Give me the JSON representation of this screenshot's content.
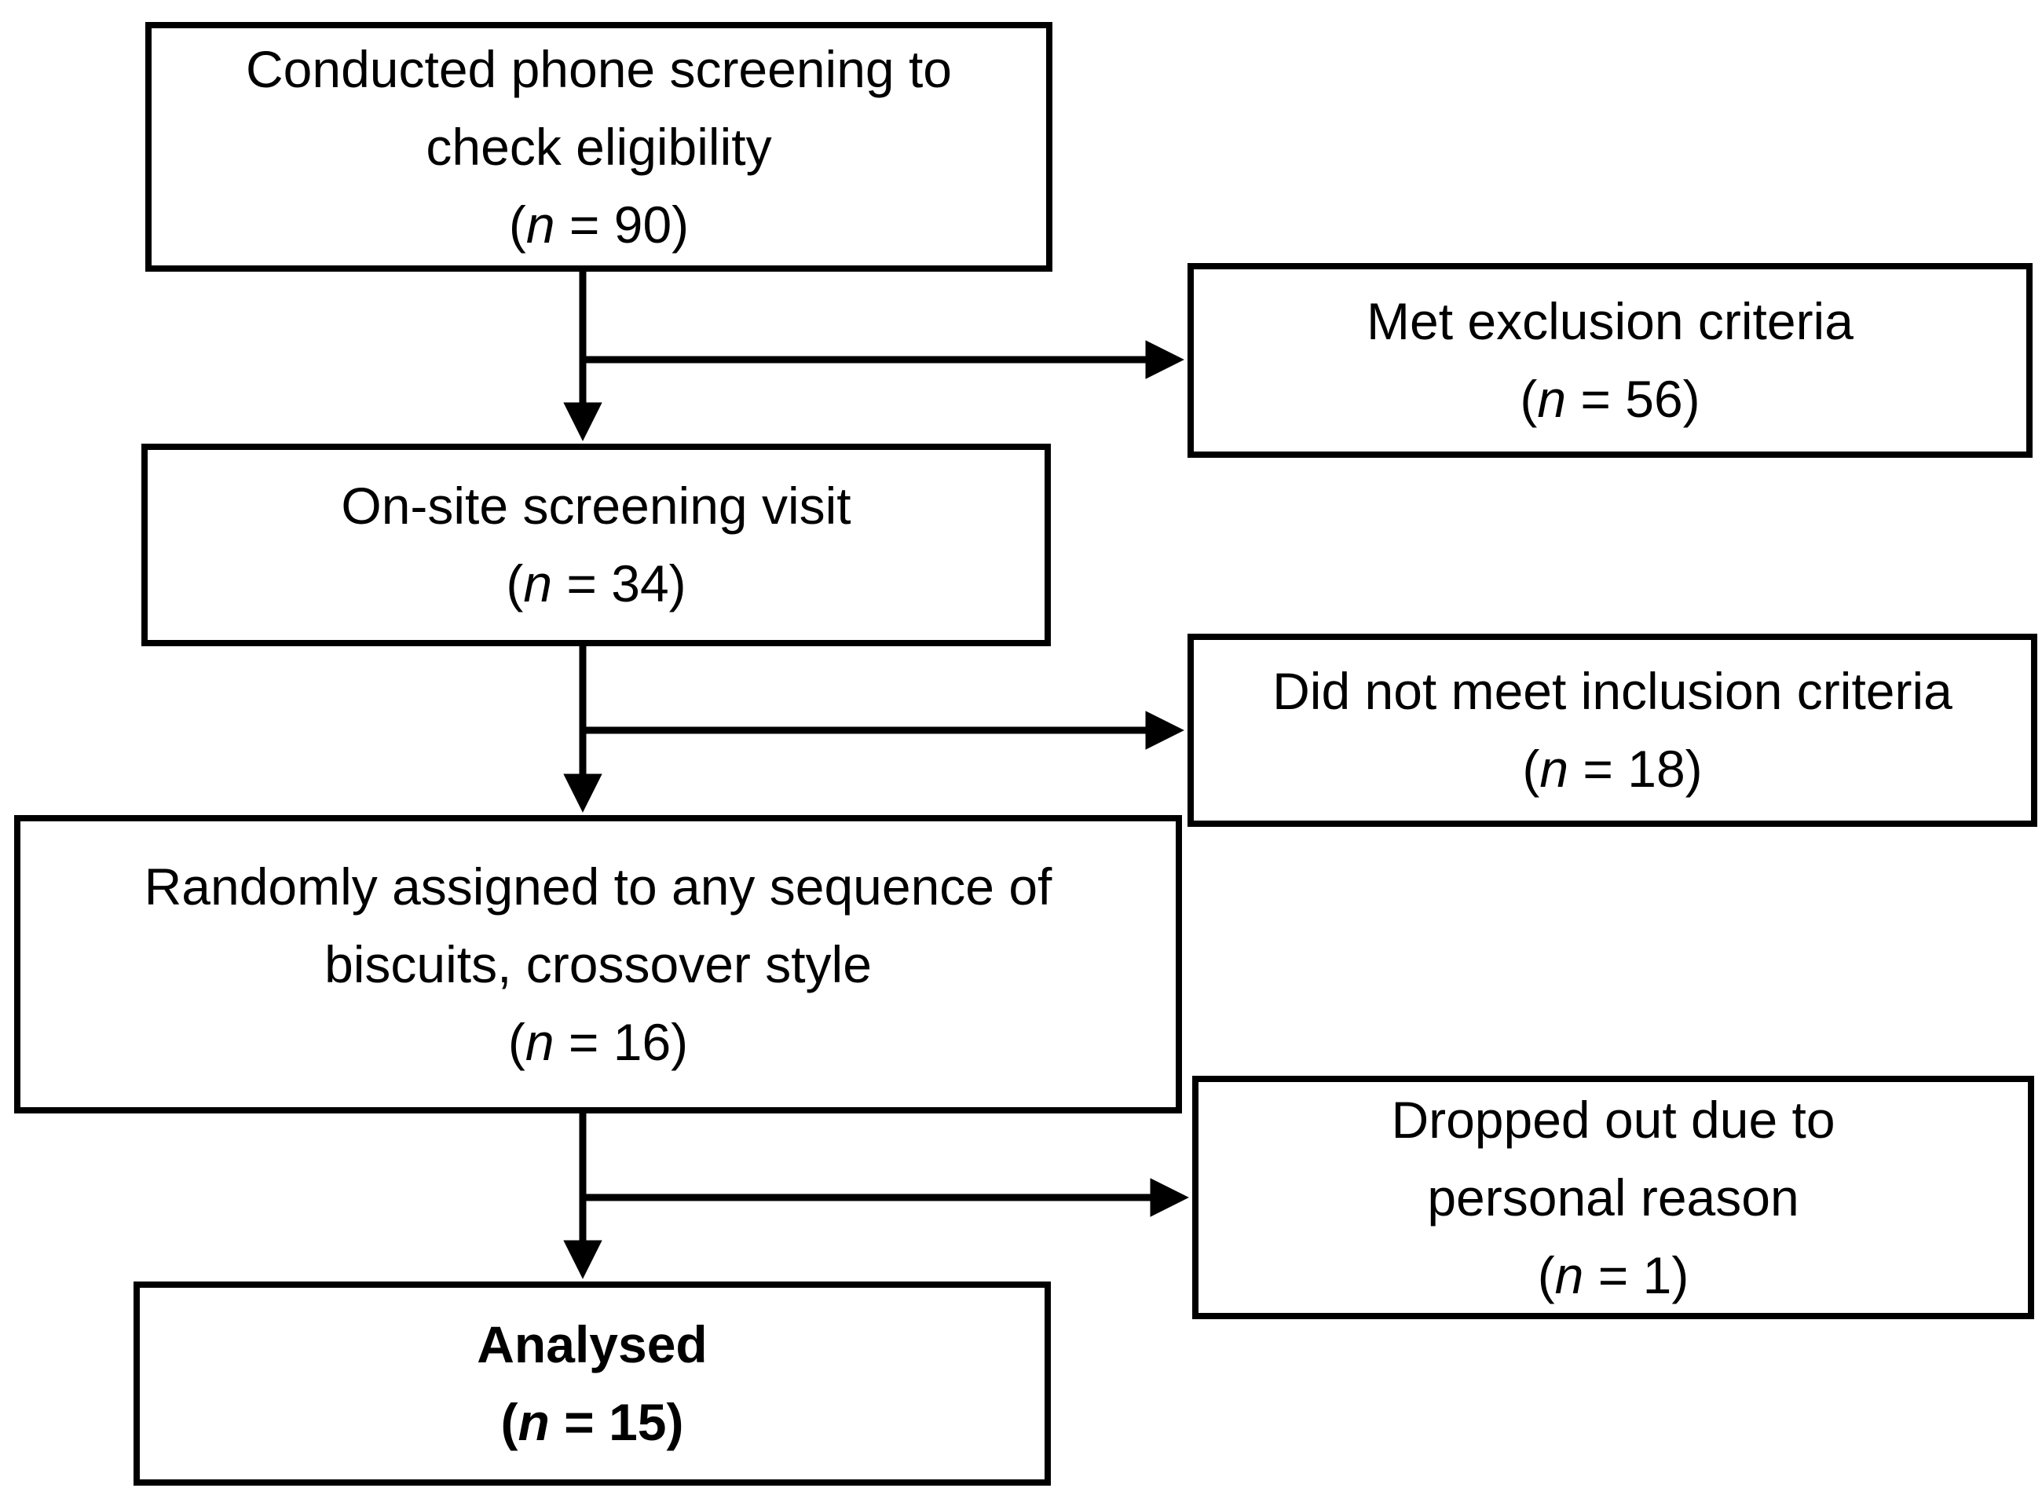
{
  "diagram": {
    "type": "participant-flowchart",
    "background": "#ffffff",
    "stroke_color": "#000000",
    "text_color": "#000000"
  },
  "boxes": {
    "phone_screening": {
      "lines": [
        "Conducted phone screening to",
        "check eligibility"
      ],
      "n": {
        "open": "(",
        "symbol": "n",
        "eq": " = ",
        "value": "90",
        "close": ")"
      },
      "emphasis": "normal"
    },
    "met_exclusion": {
      "lines": [
        "Met exclusion criteria"
      ],
      "n": {
        "open": "(",
        "symbol": "n",
        "eq": " = ",
        "value": "56",
        "close": ")"
      },
      "emphasis": "normal"
    },
    "onsite_screening": {
      "lines": [
        "On-site screening visit"
      ],
      "n": {
        "open": "(",
        "symbol": "n",
        "eq": " = ",
        "value": "34",
        "close": ")"
      },
      "emphasis": "normal"
    },
    "not_meet_inclusion": {
      "lines": [
        "Did not meet inclusion criteria"
      ],
      "n": {
        "open": "(",
        "symbol": "n",
        "eq": " = ",
        "value": "18",
        "close": ")"
      },
      "emphasis": "normal"
    },
    "randomized": {
      "lines": [
        "Randomly assigned to any sequence of",
        "biscuits, crossover style"
      ],
      "n": {
        "open": "(",
        "symbol": "n",
        "eq": " = ",
        "value": "16",
        "close": ")"
      },
      "emphasis": "normal"
    },
    "dropped_out": {
      "lines": [
        "Dropped out due to",
        "personal reason"
      ],
      "n": {
        "open": "(",
        "symbol": "n",
        "eq": " = ",
        "value": "1",
        "close": ")"
      },
      "emphasis": "normal"
    },
    "analysed": {
      "lines": [
        "Analysed"
      ],
      "n": {
        "open": "(",
        "symbol": "n",
        "eq": " = ",
        "value": "15",
        "close": ")"
      },
      "emphasis": "bold"
    }
  },
  "edges": [
    {
      "from": "phone_screening",
      "to": "onsite_screening",
      "type": "main-vertical"
    },
    {
      "from": "phone_screening",
      "to": "met_exclusion",
      "type": "branch-horizontal"
    },
    {
      "from": "onsite_screening",
      "to": "randomized",
      "type": "main-vertical"
    },
    {
      "from": "onsite_screening",
      "to": "not_meet_inclusion",
      "type": "branch-horizontal"
    },
    {
      "from": "randomized",
      "to": "analysed",
      "type": "main-vertical"
    },
    {
      "from": "randomized",
      "to": "dropped_out",
      "type": "branch-horizontal"
    }
  ]
}
